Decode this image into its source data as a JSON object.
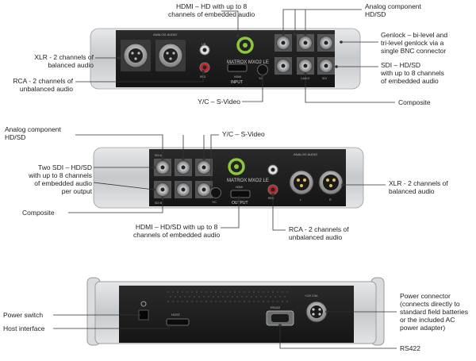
{
  "device1": {
    "brand": "MATROX MXO2 LE",
    "face_labels": {
      "analog_audio": "ANALOG AUDIO",
      "hdmi": "HDMI",
      "input": "INPUT",
      "y_c": "Y/C",
      "lr": "L/R",
      "red": "RED",
      "cable": "CABLE",
      "sdi": "SDI"
    },
    "callouts": {
      "hdmi": "HDMI – HD with up to 8\nchannels of embedded audio",
      "analog_component": "Analog component\nHD/SD",
      "genlock": "Genlock – bi-level and\ntri-level genlock via a\nsingle BNC connector",
      "xlr": "XLR - 2 channels of\nbalanced audio",
      "sdi": "SDI – HD/SD\nwith up to 8 channels\nof embedded audio",
      "rca": "RCA - 2 channels of\nunbalanced audio",
      "yc": "Y/C – S-Video",
      "composite": "Composite"
    }
  },
  "device2": {
    "brand": "MATROX MXO2 LE",
    "face_labels": {
      "analog_audio": "ANALOG AUDIO",
      "hdmi": "HDMI",
      "output": "OUTPUT",
      "sdi_a": "SDI A",
      "sdi_b": "SDI B",
      "y_c": "Y/C",
      "red": "RED",
      "l": "L",
      "r": "R"
    },
    "callouts": {
      "analog_component": "Analog component\nHD/SD",
      "yc": "Y/C – S-Video",
      "two_sdi": "Two SDI – HD/SD\nwith up to 8 channels\nof embedded audio\nper output",
      "xlr": "XLR - 2 channels of\nbalanced audio",
      "composite": "Composite",
      "hdmi": "HDMI – HD/SD with up to 8\nchannels of embedded audio",
      "rca": "RCA - 2 channels of\nunbalanced audio"
    }
  },
  "device3": {
    "face_labels": {
      "host": "HOST",
      "rs422": "RS422",
      "power_rating": "+12V  2.5A"
    },
    "callouts": {
      "power_switch": "Power switch",
      "host_interface": "Host interface",
      "power_connector": "Power connector\n(connects directly to\nstandard field batteries\nor the included AC\npower adapter)",
      "rs422": "RS422"
    }
  },
  "colors": {
    "accent": "#8dc63f",
    "leader": "#333333",
    "panel": "#1e1e1e",
    "chassis": "#cfd2d4"
  }
}
